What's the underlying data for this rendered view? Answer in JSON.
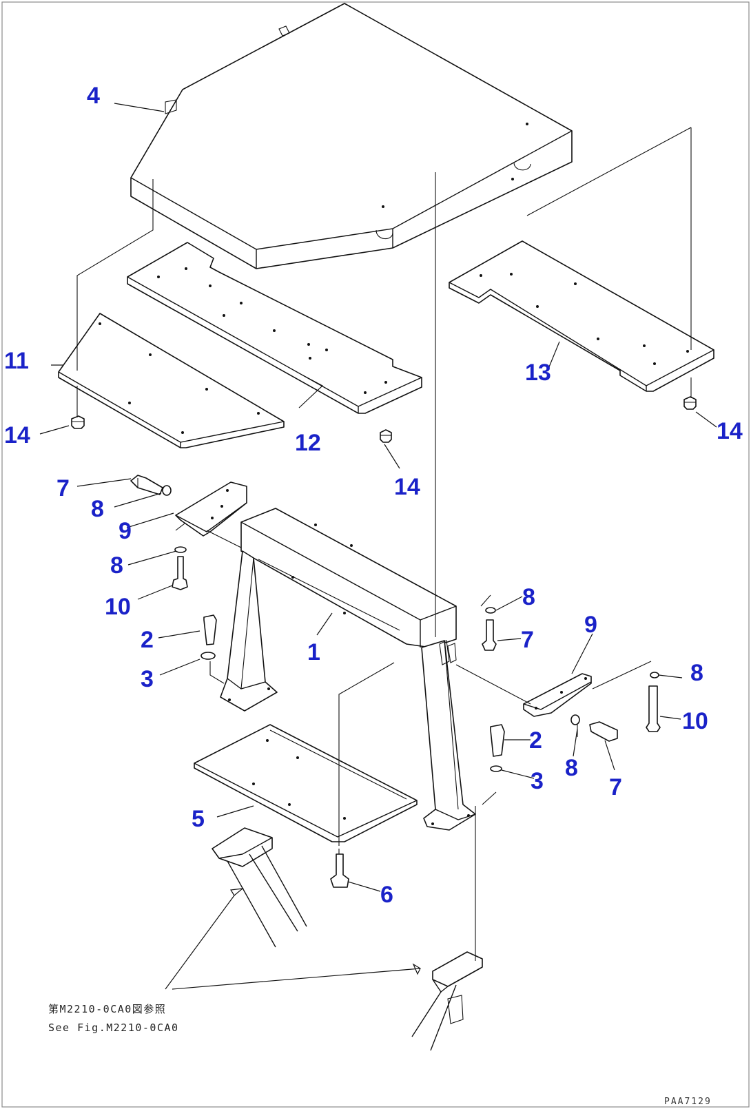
{
  "diagram": {
    "callouts": {
      "c1": "1",
      "c2a": "2",
      "c2b": "2",
      "c3a": "3",
      "c3b": "3",
      "c4": "4",
      "c5": "5",
      "c6": "6",
      "c7a": "7",
      "c7b": "7",
      "c7c": "7",
      "c8a": "8",
      "c8b": "8",
      "c8c": "8",
      "c8d": "8",
      "c8e": "8",
      "c9a": "9",
      "c9b": "9",
      "c10a": "10",
      "c10b": "10",
      "c11": "11",
      "c12": "12",
      "c13": "13",
      "c14a": "14",
      "c14b": "14",
      "c14c": "14"
    },
    "reference_note_jp": "第M2210-0CA0図参照",
    "reference_note_en": "See Fig.M2210-0CA0",
    "drawing_code": "PAA7129"
  }
}
